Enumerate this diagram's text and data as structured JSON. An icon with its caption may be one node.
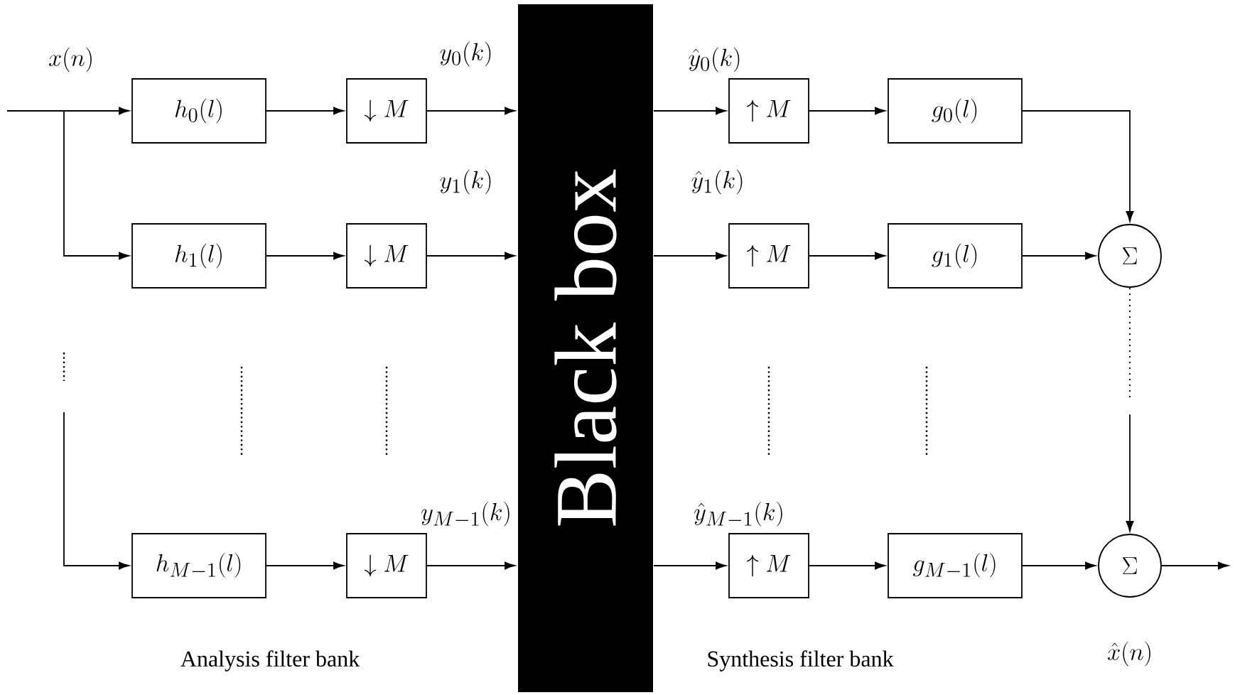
{
  "diagram": {
    "nodes": [
      {
        "text": [
          "h_0(l)"
        ]
      },
      {
        "text": [
          "\\downarrow M"
        ]
      },
      {
        "text": [
          "h_1(l)"
        ]
      },
      {
        "text": [
          "\\downarrow M"
        ]
      },
      {
        "text": [
          "h_{M-1}(l)"
        ]
      },
      {
        "text": [
          "\\downarrow M"
        ]
      },
      {
        "text": [
          "Black box"
        ]
      },
      {
        "text": [
          "\\uparrow M"
        ]
      },
      {
        "text": [
          "g_0(l)"
        ]
      },
      {
        "text": [
          "\\uparrow M"
        ]
      },
      {
        "text": [
          "g_1(l)"
        ]
      },
      {
        "text": [
          "\\uparrow M"
        ]
      },
      {
        "text": [
          "g_{M-1}(l)"
        ]
      },
      {
        "text": [
          "\\Sigma"
        ]
      },
      {
        "text": [
          "\\Sigma"
        ],
        "beside": [
          "\\hat{x}(n)"
        ]
      }
    ],
    "edges": [
      {
        "from": null,
        "to": 0,
        "arrow": "to",
        "label": "x(n)"
      },
      {
        "from": null,
        "to": 2,
        "arrow": "to"
      },
      {
        "from": null,
        "to": 4,
        "arrow": "to"
      },
      {
        "from": 0,
        "to": 1,
        "arrow": "to"
      },
      {
        "from": 2,
        "to": 3,
        "arrow": "to"
      },
      {
        "from": 4,
        "to": 5,
        "arrow": "to"
      },
      {
        "from": 1,
        "to": 6,
        "arrow": "to",
        "label": "y_0(k)"
      },
      {
        "from": 3,
        "to": 6,
        "arrow": "to",
        "label": "y_1(k)"
      },
      {
        "from": 5,
        "to": 6,
        "arrow": "to",
        "label": "y_{M-1}(k)"
      },
      {
        "from": 6,
        "to": 7,
        "arrow": "to",
        "label": "\\hat{y}_0(k)"
      },
      {
        "from": 6,
        "to": 9,
        "arrow": "to",
        "label": "\\hat{y}_1(k)"
      },
      {
        "from": 6,
        "to": 11,
        "arrow": "to",
        "label": "\\hat{y}_{M-1}(k)"
      },
      {
        "from": 7,
        "to": 8,
        "arrow": "to"
      },
      {
        "from": 9,
        "to": 10,
        "arrow": "to"
      },
      {
        "from": 11,
        "to": 12,
        "arrow": "to"
      },
      {
        "from": 8,
        "to": 13,
        "arrow": "to"
      },
      {
        "from": 10,
        "to": 13,
        "arrow": "to"
      },
      {
        "from": 13,
        "to": 14,
        "arrow": "to",
        "style": "dashed"
      },
      {
        "from": 12,
        "to": 14,
        "arrow": "to"
      },
      {
        "from": 14,
        "to": null,
        "arrow": "to"
      }
    ],
    "labels": [
      "Analysis filter bank",
      "Synthesis filter bank"
    ]
  }
}
